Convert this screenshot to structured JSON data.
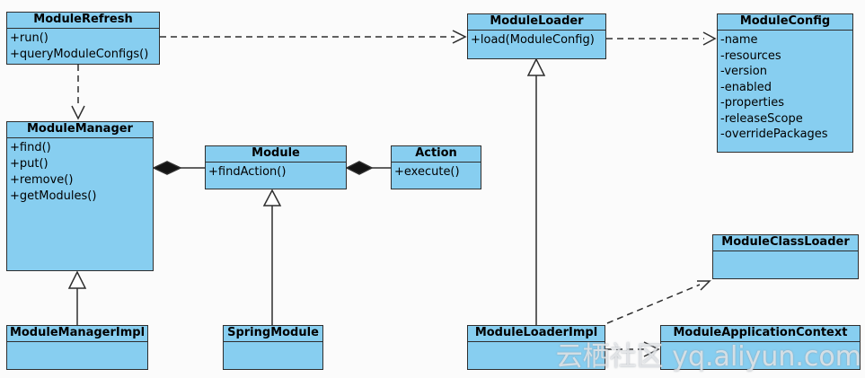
{
  "diagram": {
    "type": "uml-class-diagram",
    "classes": {
      "module_refresh": {
        "title": "ModuleRefresh",
        "members": [
          "+run()",
          "+queryModuleConfigs()"
        ]
      },
      "module_loader": {
        "title": "ModuleLoader",
        "members": [
          "+load(ModuleConfig)"
        ]
      },
      "module_config": {
        "title": "ModuleConfig",
        "members": [
          "-name",
          "-resources",
          "-version",
          "-enabled",
          "-properties",
          "-releaseScope",
          "-overridePackages"
        ]
      },
      "module_manager": {
        "title": "ModuleManager",
        "members": [
          "+find()",
          "+put()",
          "+remove()",
          "+getModules()"
        ]
      },
      "module": {
        "title": "Module",
        "members": [
          "+findAction()"
        ]
      },
      "action": {
        "title": "Action",
        "members": [
          "+execute()"
        ]
      },
      "module_class_loader": {
        "title": "ModuleClassLoader",
        "members": []
      },
      "module_manager_impl": {
        "title": "ModuleManagerImpl",
        "members": []
      },
      "spring_module": {
        "title": "SpringModule",
        "members": []
      },
      "module_loader_impl": {
        "title": "ModuleLoaderImpl",
        "members": []
      },
      "module_application_context": {
        "title": "ModuleApplicationContext",
        "members": []
      }
    },
    "relationships": [
      {
        "from": "ModuleRefresh",
        "to": "ModuleLoader",
        "type": "dependency-dashed-arrow"
      },
      {
        "from": "ModuleRefresh",
        "to": "ModuleManager",
        "type": "dependency-dashed-arrow"
      },
      {
        "from": "ModuleLoader",
        "to": "ModuleConfig",
        "type": "dependency-dashed-arrow"
      },
      {
        "from": "ModuleManager",
        "to": "Module",
        "type": "composition-diamond"
      },
      {
        "from": "Module",
        "to": "Action",
        "type": "composition-diamond"
      },
      {
        "from": "ModuleManagerImpl",
        "to": "ModuleManager",
        "type": "generalization-hollow-triangle"
      },
      {
        "from": "SpringModule",
        "to": "Module",
        "type": "generalization-hollow-triangle"
      },
      {
        "from": "ModuleLoaderImpl",
        "to": "ModuleLoader",
        "type": "generalization-hollow-triangle"
      },
      {
        "from": "ModuleLoaderImpl",
        "to": "ModuleClassLoader",
        "type": "dependency-dashed-arrow"
      },
      {
        "from": "ModuleLoaderImpl",
        "to": "ModuleApplicationContext",
        "type": "dependency-dashed-arrow"
      }
    ],
    "watermark": "云栖社区 yq.aliyun.com",
    "colors": {
      "box_fill": "#87CEF0",
      "box_border": "#2E2E2E",
      "line": "#2E2E2E",
      "background": "#FBFBFB",
      "watermark": "#EAEAEA"
    }
  }
}
